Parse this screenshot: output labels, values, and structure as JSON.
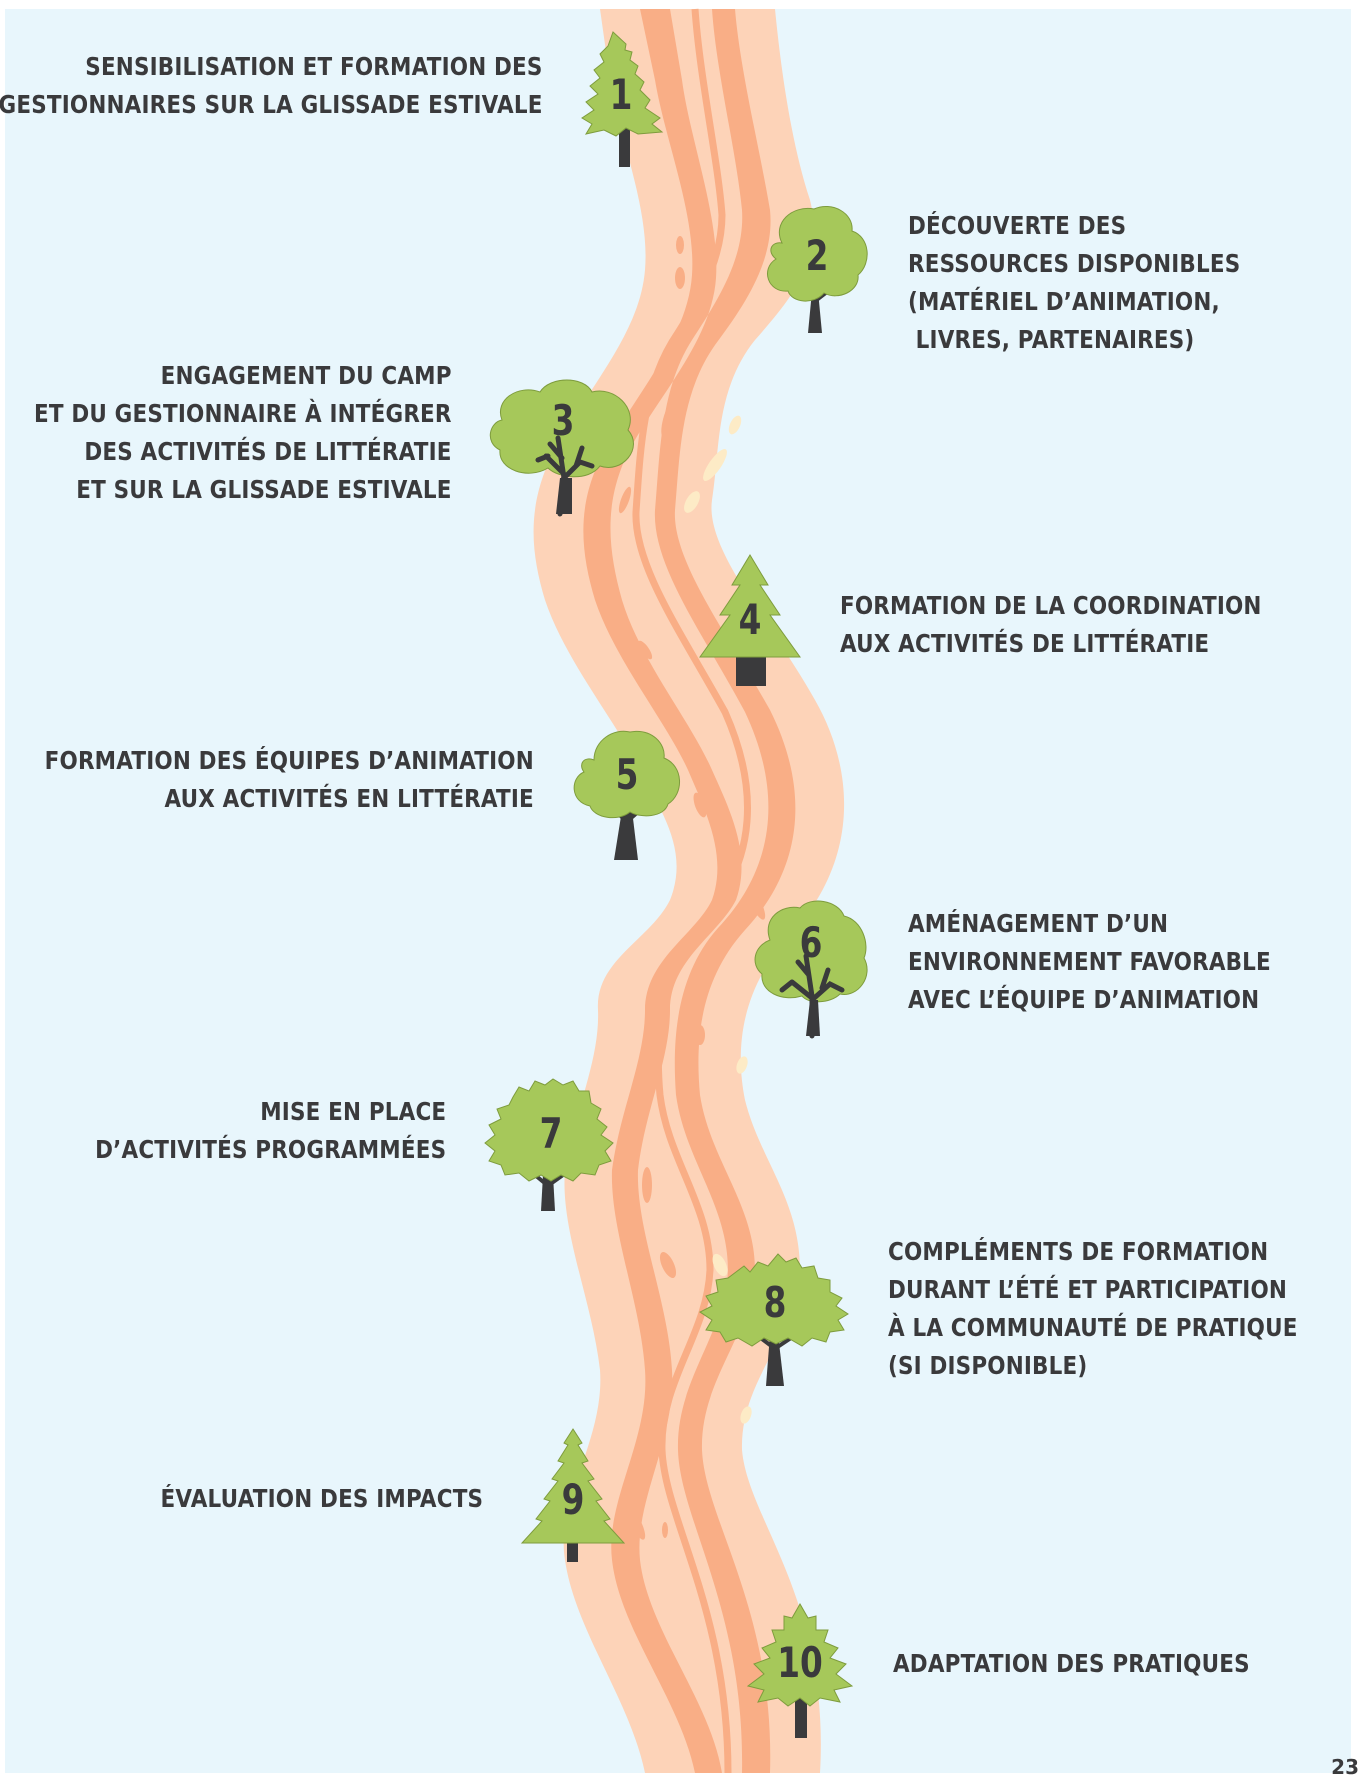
{
  "colors": {
    "background": "#e8f6fc",
    "path_light": "#fdd3b8",
    "path_mid": "#f9ae86",
    "path_highlight": "#fdebc6",
    "tree_foliage": "#a6c85a",
    "tree_trunk": "#3a3a3c",
    "text": "#3a3a3c"
  },
  "steps": [
    {
      "number": "1",
      "side": "left",
      "tree": "pine",
      "label": "SENSIBILISATION ET FORMATION DES\nGESTIONNAIRES SUR LA GLISSADE ESTIVALE"
    },
    {
      "number": "2",
      "side": "right",
      "tree": "round",
      "label": "DÉCOUVERTE DES\nRESSOURCES DISPONIBLES\n(MATÉRIEL D’ANIMATION,\n LIVRES, PARTENAIRES)"
    },
    {
      "number": "3",
      "side": "left",
      "tree": "cloud-branches",
      "label": "ENGAGEMENT DU CAMP\nET DU GESTIONNAIRE À INTÉGRER\nDES ACTIVITÉS DE LITTÉRATIE\nET SUR LA GLISSADE ESTIVALE"
    },
    {
      "number": "4",
      "side": "right",
      "tree": "fir",
      "label": "FORMATION DE LA COORDINATION\nAUX ACTIVITÉS DE LITTÉRATIE"
    },
    {
      "number": "5",
      "side": "left",
      "tree": "round",
      "label": "FORMATION DES ÉQUIPES D’ANIMATION\nAUX ACTIVITÉS EN LITTÉRATIE"
    },
    {
      "number": "6",
      "side": "right",
      "tree": "cloud-branches",
      "label": "AMÉNAGEMENT D’UN\nENVIRONNEMENT FAVORABLE\nAVEC L’ÉQUIPE D’ANIMATION"
    },
    {
      "number": "7",
      "side": "left",
      "tree": "bushy",
      "label": "MISE EN PLACE\nD’ACTIVITÉS PROGRAMMÉES"
    },
    {
      "number": "8",
      "side": "right",
      "tree": "bushy-wide",
      "label": "COMPLÉMENTS DE FORMATION\nDURANT L’ÉTÉ ET PARTICIPATION\nÀ LA COMMUNAUTÉ DE PRATIQUE\n(SI DISPONIBLE)"
    },
    {
      "number": "9",
      "side": "left",
      "tree": "fir",
      "label": "ÉVALUATION DES IMPACTS"
    },
    {
      "number": "10",
      "side": "right",
      "tree": "pine",
      "label": "ADAPTATION DES PRATIQUES"
    }
  ],
  "page_number": "23"
}
